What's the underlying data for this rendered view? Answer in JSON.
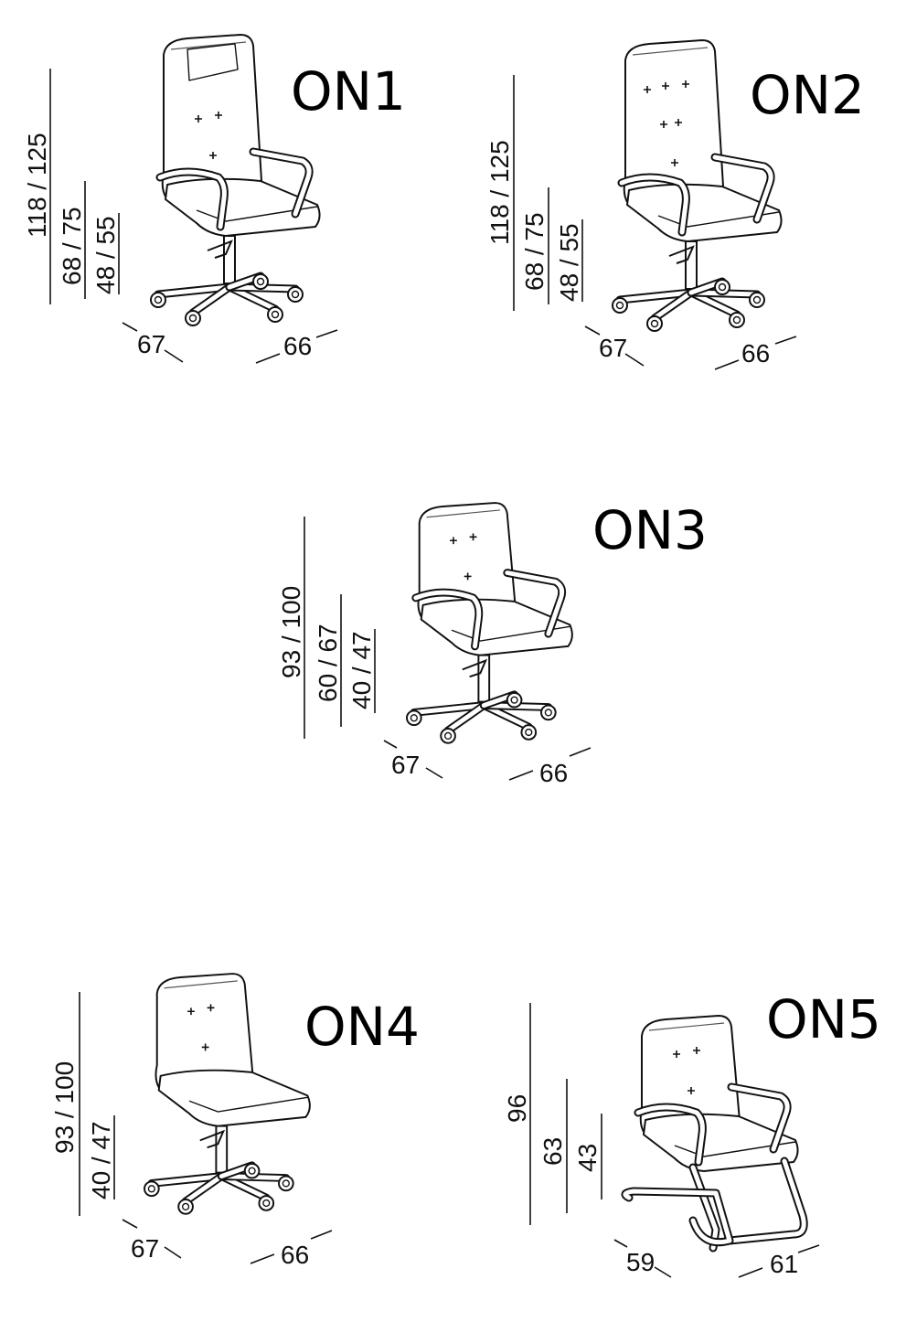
{
  "models": [
    {
      "name": "ON1",
      "heights": [
        "118 / 125",
        "68 / 75",
        "48 / 55"
      ],
      "depth": "67",
      "width": "66",
      "back": "high-headrest",
      "base": "star",
      "arms": true
    },
    {
      "name": "ON2",
      "heights": [
        "118 / 125",
        "68 / 75",
        "48 / 55"
      ],
      "depth": "67",
      "width": "66",
      "back": "high-tufted",
      "base": "star",
      "arms": true
    },
    {
      "name": "ON3",
      "heights": [
        "93 / 100",
        "60 / 67",
        "40 / 47"
      ],
      "depth": "67",
      "width": "66",
      "back": "medium",
      "base": "star",
      "arms": true
    },
    {
      "name": "ON4",
      "heights": [
        "93 / 100",
        "40 / 47"
      ],
      "depth": "67",
      "width": "66",
      "back": "medium",
      "base": "star",
      "arms": false
    },
    {
      "name": "ON5",
      "heights": [
        "96",
        "63",
        "43"
      ],
      "depth": "59",
      "width": "61",
      "back": "medium",
      "base": "sled",
      "arms": true
    }
  ]
}
